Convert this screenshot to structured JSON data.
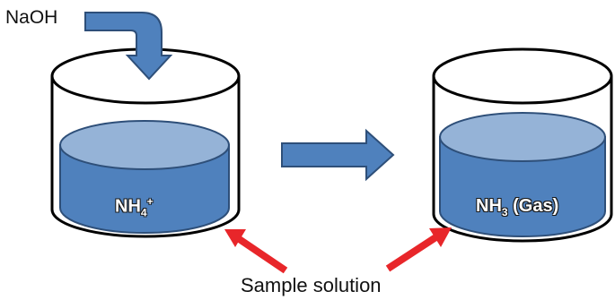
{
  "labels": {
    "reagent": "NaOH",
    "before_solution_base": "NH",
    "before_solution_sub": "4",
    "before_solution_sup": "+",
    "after_solution_base": "NH",
    "after_solution_sub": "3",
    "after_solution_suffix": " (Gas)",
    "sample": "Sample solution"
  },
  "colors": {
    "liquid_side": "#4f81bd",
    "liquid_top": "#95b3d7",
    "liquid_outline": "#2e4f79",
    "beaker_outline": "#000000",
    "pointer_arrow": "#e8262a",
    "flow_arrow": "#4f81bd"
  }
}
